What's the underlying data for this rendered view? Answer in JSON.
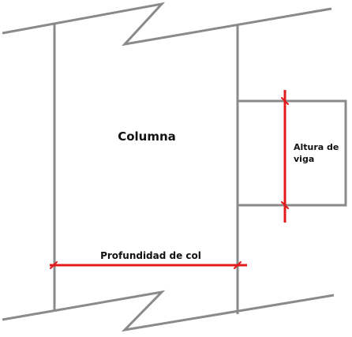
{
  "labels": {
    "column": "Columna",
    "column_depth": "Profundidad de col",
    "beam_height_line1": "Altura de",
    "beam_height_line2": "viga"
  },
  "colors": {
    "structure": "#8a8a8a",
    "dimension": "#e01b1b",
    "text": "#111111",
    "background": "#ffffff"
  }
}
